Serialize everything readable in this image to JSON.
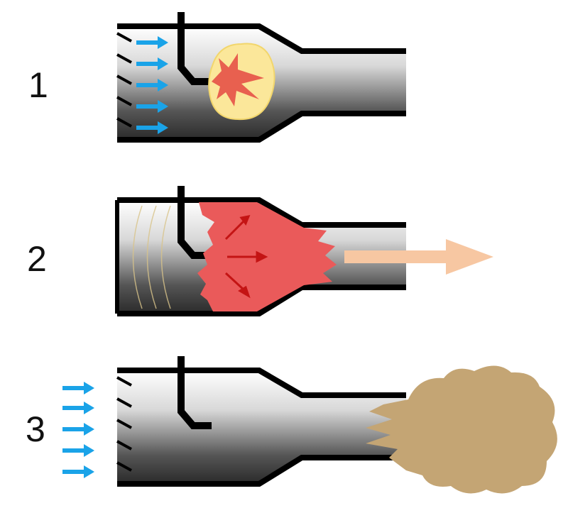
{
  "diagram": {
    "stages": [
      {
        "label": "1"
      },
      {
        "label": "2"
      },
      {
        "label": "3"
      }
    ],
    "colors": {
      "tube_outline": "#000000",
      "air_arrow": "#1aa3e8",
      "fuel_flame": "#e8604f",
      "fireball": "#fbe79a",
      "combustion": "#ea5a5a",
      "thrust_arrow": "#f7c7a2",
      "exhaust": "#c4a574"
    }
  }
}
